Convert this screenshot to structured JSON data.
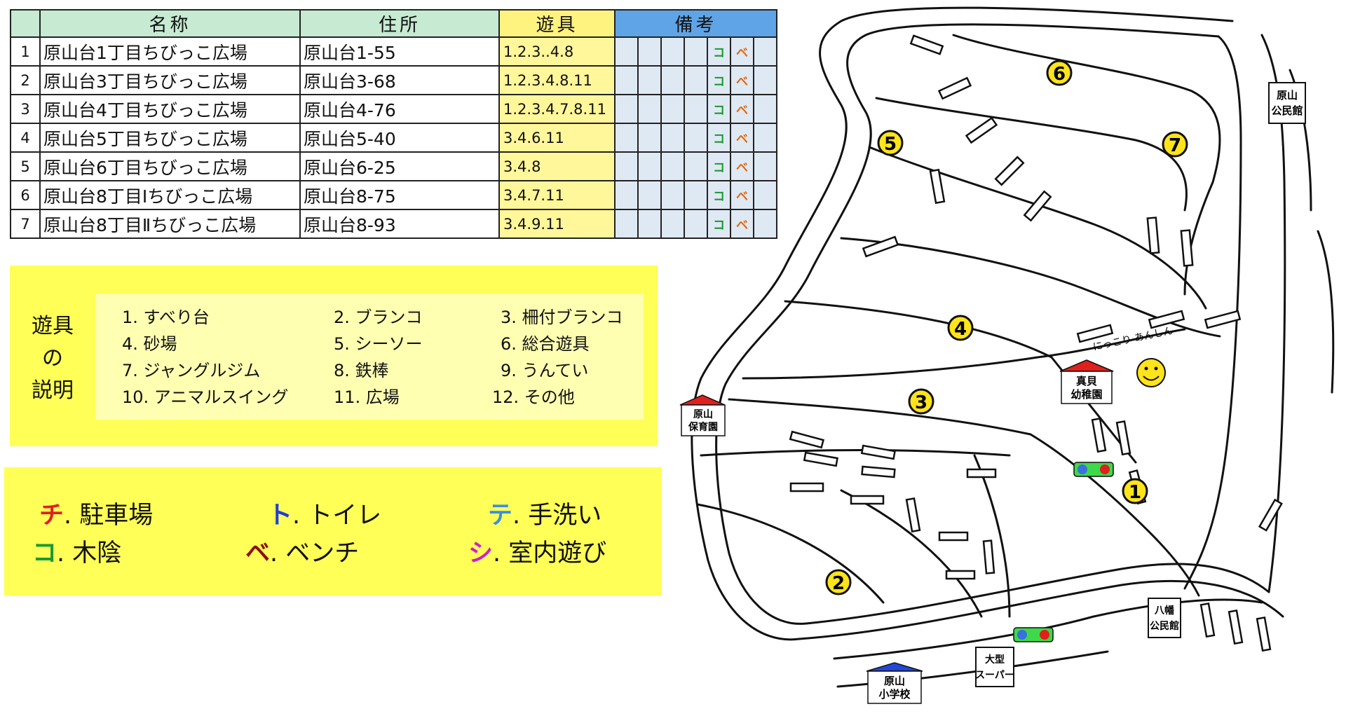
{
  "table": {
    "headers": {
      "no": "",
      "name": "名称",
      "address": "住所",
      "equipment": "遊具",
      "notes": "備考"
    },
    "rows": [
      {
        "no": "1",
        "name": "原山台1丁目ちびっこ広場",
        "address": "原山台1-55",
        "equipment": "1.2.3..4.8",
        "notes": [
          "",
          "",
          "",
          "",
          "コ",
          "ベ",
          ""
        ]
      },
      {
        "no": "2",
        "name": "原山台3丁目ちびっこ広場",
        "address": "原山台3-68",
        "equipment": "1.2.3.4.8.11",
        "notes": [
          "",
          "",
          "",
          "",
          "コ",
          "ベ",
          ""
        ]
      },
      {
        "no": "3",
        "name": "原山台4丁目ちびっこ広場",
        "address": "原山台4-76",
        "equipment": "1.2.3.4.7.8.11",
        "notes": [
          "",
          "",
          "",
          "",
          "コ",
          "ベ",
          ""
        ]
      },
      {
        "no": "4",
        "name": "原山台5丁目ちびっこ広場",
        "address": "原山台5-40",
        "equipment": "3.4.6.11",
        "notes": [
          "",
          "",
          "",
          "",
          "コ",
          "ベ",
          ""
        ]
      },
      {
        "no": "5",
        "name": "原山台6丁目ちびっこ広場",
        "address": "原山台6-25",
        "equipment": "3.4.8",
        "notes": [
          "",
          "",
          "",
          "",
          "コ",
          "ベ",
          ""
        ]
      },
      {
        "no": "6",
        "name": "原山台8丁目Ⅰちびっこ広場",
        "address": "原山台8-75",
        "equipment": "3.4.7.11",
        "notes": [
          "",
          "",
          "",
          "",
          "コ",
          "ベ",
          ""
        ]
      },
      {
        "no": "7",
        "name": "原山台8丁目Ⅱちびっこ広場",
        "address": "原山台8-93",
        "equipment": "3.4.9.11",
        "notes": [
          "",
          "",
          "",
          "",
          "コ",
          "ベ",
          ""
        ]
      }
    ]
  },
  "equipment_legend": {
    "title_lines": [
      "遊具",
      "の",
      "説明"
    ],
    "items": [
      "1. すべり台",
      "2. ブランコ",
      "3. 柵付ブランコ",
      "4. 砂場",
      "5. シーソー",
      "6. 総合遊具",
      "7. ジャングルジム",
      "8. 鉄棒",
      "9. うんてい",
      "10. アニマルスイング",
      "11. 広場",
      "12. その他"
    ]
  },
  "facility_legend": {
    "items": [
      {
        "mark": "チ",
        "text": ". 駐車場",
        "color": "#e02020"
      },
      {
        "mark": "ト",
        "text": ". トイレ",
        "color": "#1f3fd8"
      },
      {
        "mark": "テ",
        "text": ". 手洗い",
        "color": "#3a8fe0"
      },
      {
        "mark": "コ",
        "text": ". 木陰",
        "color": "#1a9a2e"
      },
      {
        "mark": "ベ",
        "text": ". ベンチ",
        "color": "#8a1010"
      },
      {
        "mark": "シ",
        "text": ". 室内遊び",
        "color": "#d020c8"
      }
    ]
  },
  "map": {
    "park_markers": [
      "1",
      "2",
      "3",
      "4",
      "5",
      "6",
      "7"
    ],
    "buildings": {
      "nursery": [
        "原山",
        "保育園"
      ],
      "kindergarten": [
        "真貝",
        "幼稚園"
      ],
      "school": [
        "原山",
        "小学校"
      ],
      "harayama_hall": [
        "原山",
        "公民館"
      ],
      "hachiman_hall": [
        "八幡",
        "公民館"
      ],
      "supermarket": [
        "大型",
        "スーパー"
      ]
    },
    "handwritten_note": "にっこり あんしん",
    "colors": {
      "marker_fill": "#ffe41a",
      "roof_red": "#e0201c",
      "roof_blue": "#2346d6",
      "signal_green": "#3dd94a"
    }
  }
}
